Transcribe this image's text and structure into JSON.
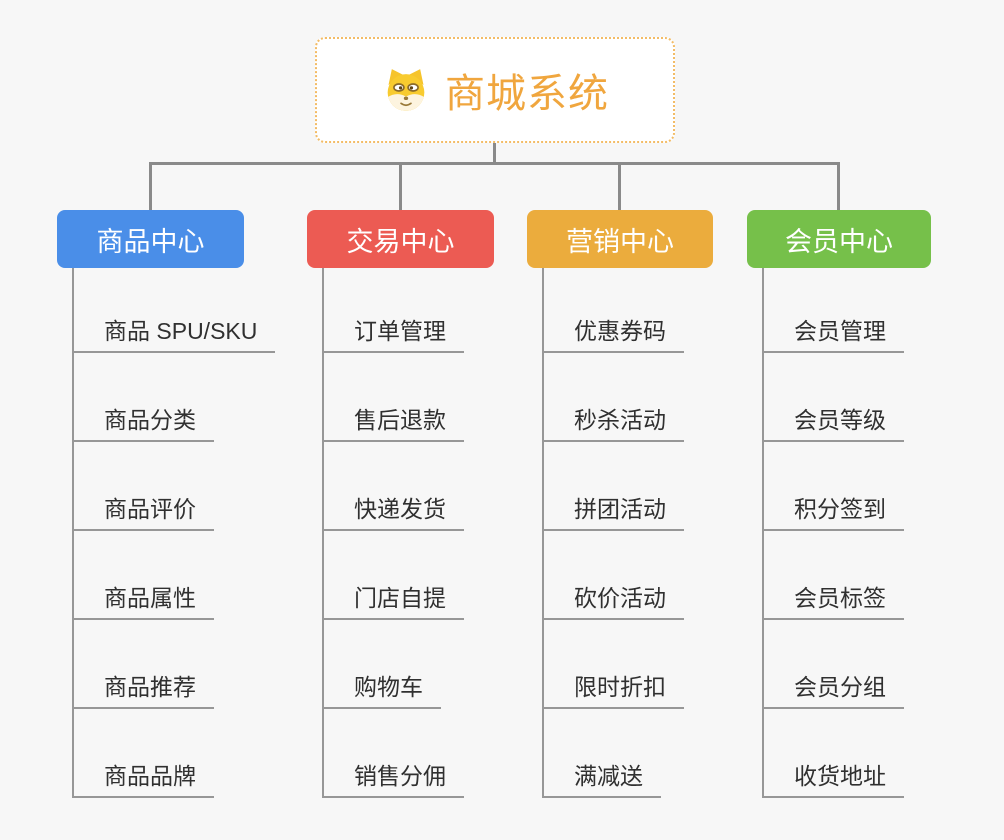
{
  "root": {
    "title": "商城系统",
    "icon": "doge-icon",
    "title_color": "#f0a63e",
    "border_color": "#f3bc66"
  },
  "connector_color": "#8a8a8a",
  "branches": [
    {
      "label": "商品中心",
      "color": "#4a8ee8",
      "items": [
        "商品 SPU/SKU",
        "商品分类",
        "商品评价",
        "商品属性",
        "商品推荐",
        "商品品牌"
      ]
    },
    {
      "label": "交易中心",
      "color": "#ec5b53",
      "items": [
        "订单管理",
        "售后退款",
        "快递发货",
        "门店自提",
        "购物车",
        "销售分佣"
      ]
    },
    {
      "label": "营销中心",
      "color": "#ebac3d",
      "items": [
        "优惠券码",
        "秒杀活动",
        "拼团活动",
        "砍价活动",
        "限时折扣",
        "满减送"
      ]
    },
    {
      "label": "会员中心",
      "color": "#76c04a",
      "items": [
        "会员管理",
        "会员等级",
        "积分签到",
        "会员标签",
        "会员分组",
        "收货地址"
      ]
    }
  ]
}
